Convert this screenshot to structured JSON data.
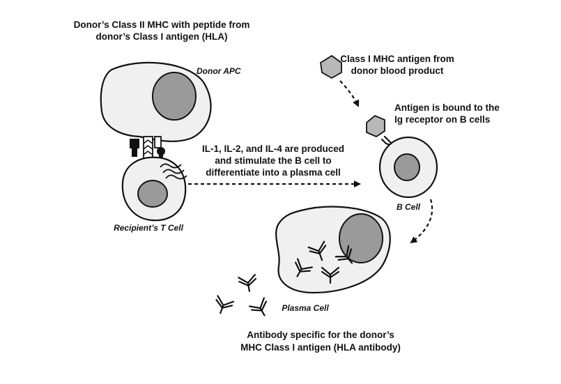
{
  "labels": {
    "top_title_line1": "Donor’s Class II MHC with peptide from",
    "top_title_line2": "donor’s Class I antigen (HLA)",
    "donor_apc": "Donor APC",
    "class1_antigen_line1": "Class I MHC antigen from",
    "class1_antigen_line2": "donor blood product",
    "antigen_bound_line1": "Antigen is bound to the",
    "antigen_bound_line2": "Ig receptor on B cells",
    "cytokine_line1": "IL-1, IL-2, and IL-4 are produced",
    "cytokine_line2": "and stimulate the B  cell to",
    "cytokine_line3": "differentiate into a plasma cell",
    "recipient_t_cell": "Recipient’s T Cell",
    "b_cell": "B Cell",
    "plasma_cell": "Plasma Cell",
    "antibody_line1": "Antibody specific for the donor’s",
    "antibody_line2": "MHC Class I antigen (HLA antibody)"
  },
  "colors": {
    "cell_fill": "#f0f0f0",
    "nucleus_fill": "#9a9a9a",
    "antigen_fill": "#b8b8b8",
    "outline": "#111111"
  }
}
